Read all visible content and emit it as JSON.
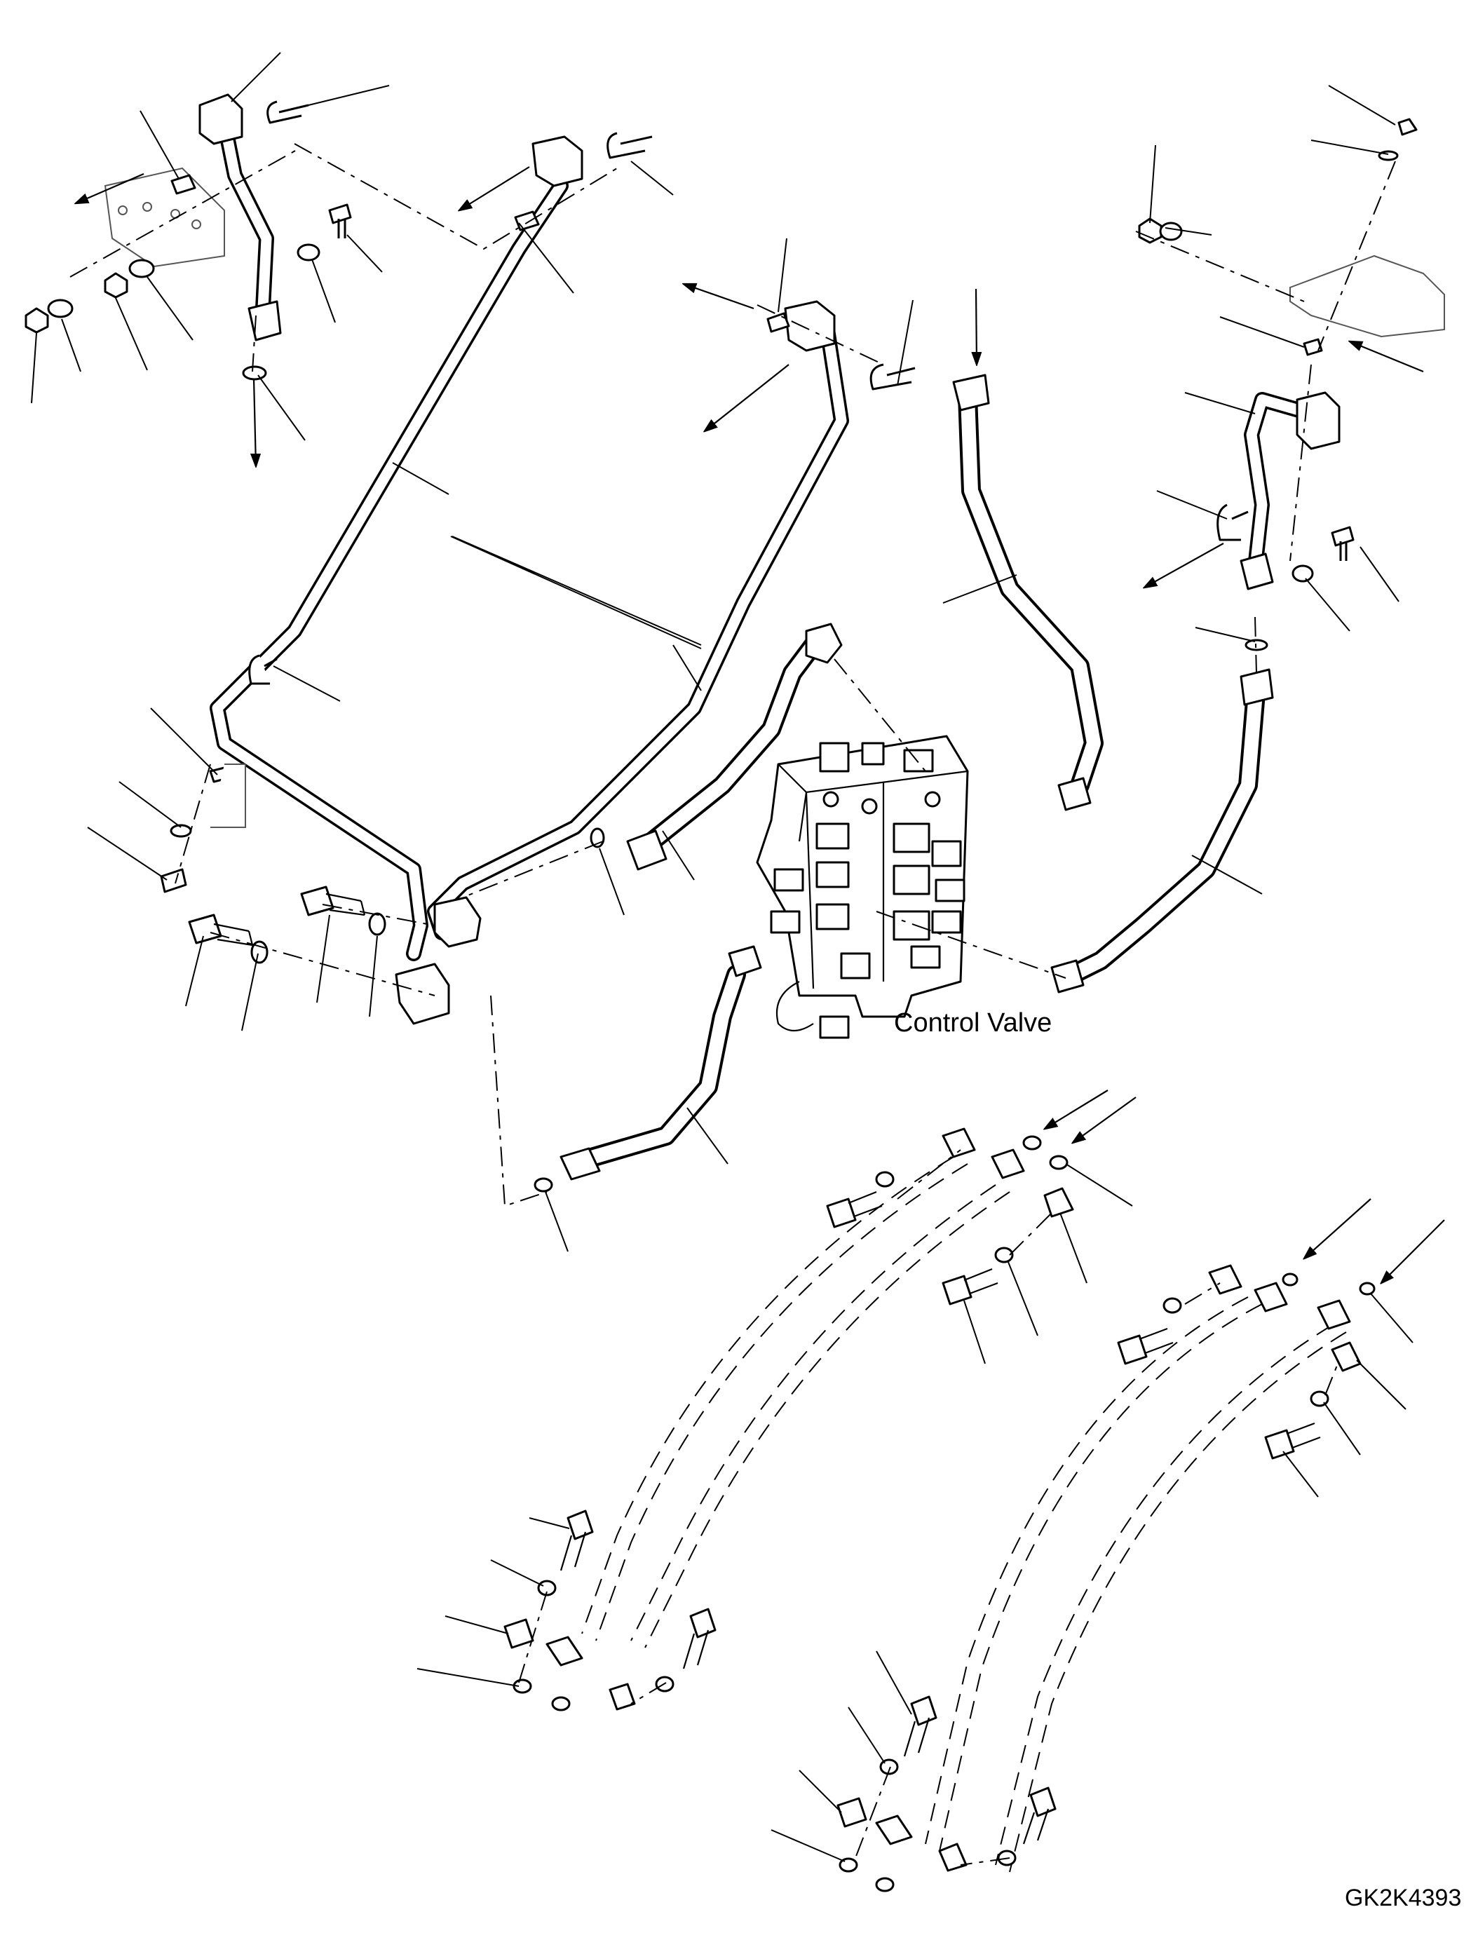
{
  "labels": {
    "component": "Control Valve",
    "drawing_code": "GK2K4393"
  },
  "icons": {
    "control_valve": "control-valve-block",
    "flow_arrow": "arrow-icon"
  },
  "colors": {
    "line": "#000000",
    "background": "#ffffff"
  }
}
